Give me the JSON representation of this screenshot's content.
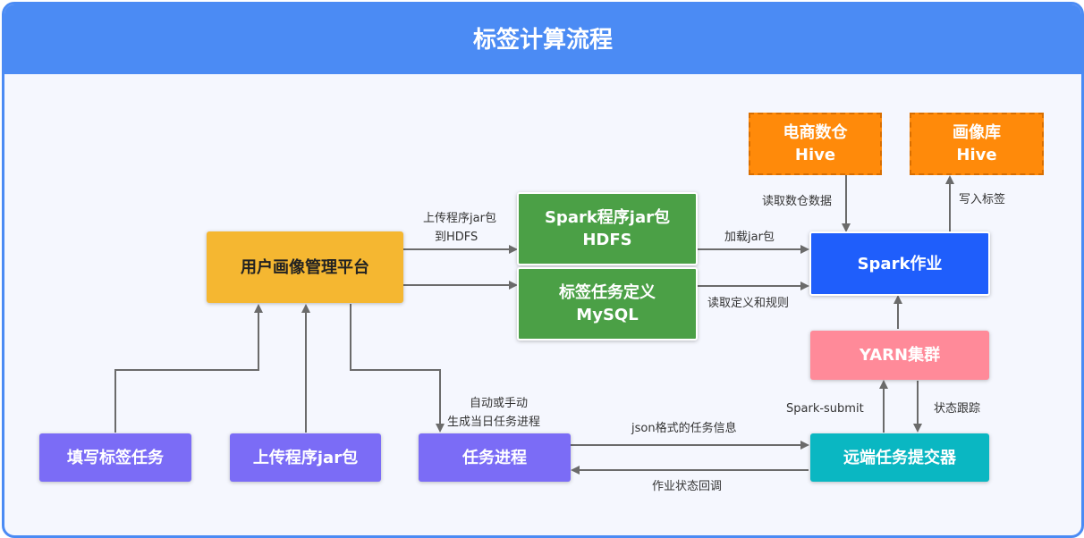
{
  "title": "标签计算流程",
  "nodes": {
    "fill_task": "填写标签任务",
    "upload_jar": "上传程序jar包",
    "task_process": "任务进程",
    "platform": "用户画像管理平台",
    "spark_jar": [
      "Spark程序jar包",
      "HDFS"
    ],
    "tag_def": [
      "标签任务定义",
      "MySQL"
    ],
    "spark_job": "Spark作业",
    "yarn": "YARN集群",
    "submitter": "远端任务提交器",
    "ecom_hive": [
      "电商数仓",
      "Hive"
    ],
    "profile_hive": [
      "画像库",
      "Hive"
    ]
  },
  "edge_labels": {
    "upload_hdfs": [
      "上传程序jar包",
      "到HDFS"
    ],
    "load_jar": "加载jar包",
    "read_def": "读取定义和规则",
    "read_dw": "读取数仓数据",
    "write_tag": "写入标签",
    "auto_manual": [
      "自动或手动",
      "生成当日任务进程"
    ],
    "json_info": "json格式的任务信息",
    "status_callback": "作业状态回调",
    "spark_submit": "Spark-submit",
    "status_track": "状态跟踪"
  },
  "colors": {
    "frame": "#4b8bf4",
    "purple": "#7b6cf6",
    "yellow": "#f5b731",
    "green": "#4ba046",
    "blue": "#1f5efb",
    "pink": "#ff8a99",
    "teal": "#0ab7c2",
    "orange": "#ff8a0a",
    "connector": "#6b6b6b"
  }
}
